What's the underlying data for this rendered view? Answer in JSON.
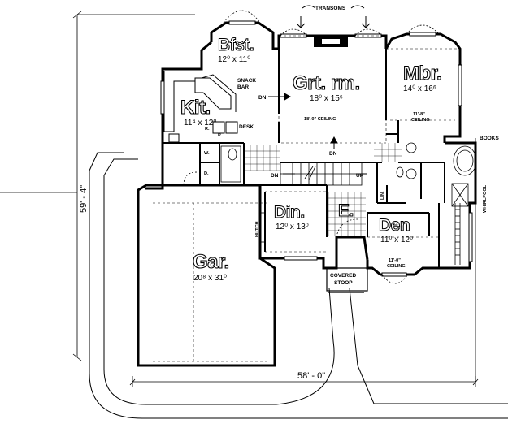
{
  "plan": {
    "callouts": {
      "transoms": "TRANSOMS",
      "snack_bar_1": "SNACK",
      "snack_bar_2": "BAR",
      "desk": "DESK",
      "books": "BOOKS",
      "whirlpool": "WHIRLPOOL",
      "hutch": "HUTCH",
      "covered_stoop_1": "COVERED",
      "covered_stoop_2": "STOOP",
      "gr_ceiling": "18'-0\" CEILING",
      "mbr_ceiling_1": "11'-8\"",
      "mbr_ceiling_2": "CEILING",
      "den_ceiling_1": "11'-0\"",
      "den_ceiling_2": "CEILING",
      "pantry": "P.",
      "refrigerator": "R.",
      "washer": "W.",
      "dryer": "D.",
      "linen": "LIN.",
      "foyer": "E."
    },
    "stairs": {
      "dn_kitchen": "DN",
      "dn_great": "DN",
      "dn_hall": "DN",
      "up_hall": "UP"
    },
    "rooms": {
      "bfst": {
        "name": "Bfst.",
        "size": "12⁰ x 11⁰"
      },
      "kit": {
        "name": "Kit.",
        "size": "11⁴ x 12⁰"
      },
      "great": {
        "name": "Grt. rm.",
        "size": "18⁰ x 15⁵"
      },
      "mbr": {
        "name": "Mbr.",
        "size": "14⁰ x 16⁶"
      },
      "din": {
        "name": "Din.",
        "size": "12⁰ x 13⁰"
      },
      "den": {
        "name": "Den",
        "size": "11⁰ x 12⁰"
      },
      "gar": {
        "name": "Gar.",
        "size": "20⁸ x 31⁰"
      }
    },
    "overall": {
      "depth": "59' - 4\"",
      "width": "58' - 0\""
    }
  }
}
